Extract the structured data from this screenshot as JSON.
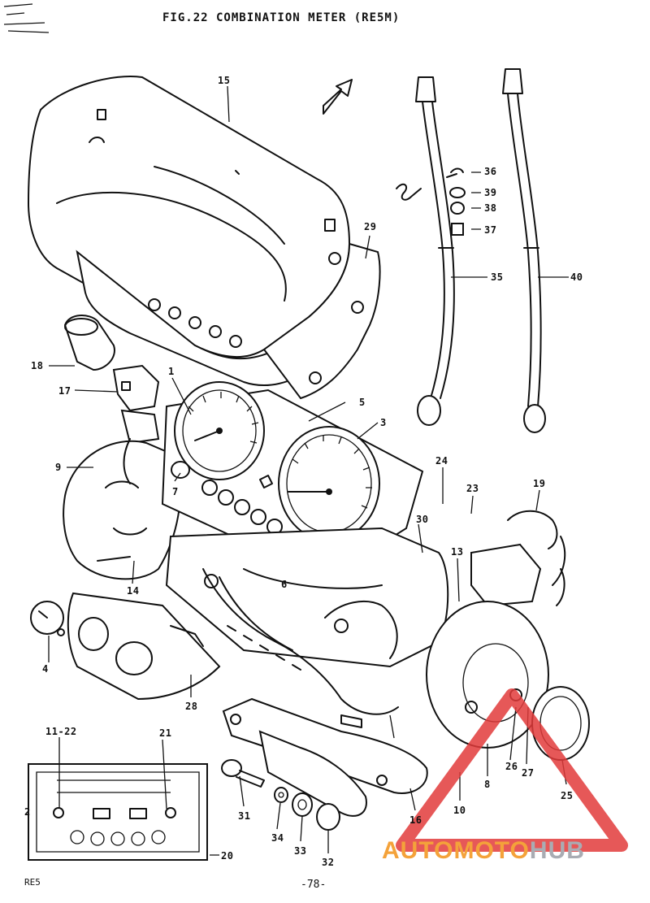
{
  "figure": {
    "title": "FIG.22  COMBINATION METER (RE5M)",
    "page_number": "-78-",
    "corner_note": "RE5"
  },
  "callouts": [
    "15",
    "29",
    "36",
    "39",
    "38",
    "37",
    "35",
    "40",
    "18",
    "17",
    "1",
    "5",
    "3",
    "9",
    "7",
    "24",
    "23",
    "19",
    "30",
    "13",
    "14",
    "4",
    "28",
    "8",
    "26",
    "27",
    "25",
    "10",
    "11-22",
    "21",
    "31",
    "34",
    "33",
    "32",
    "16",
    "2",
    "20",
    "6"
  ],
  "watermark": {
    "part1": "AUTOMOTO",
    "part2": "HUB",
    "color_orange": "#f4a23a",
    "color_grey": "#a9acb3",
    "triangle_color": "#e23b3b"
  }
}
